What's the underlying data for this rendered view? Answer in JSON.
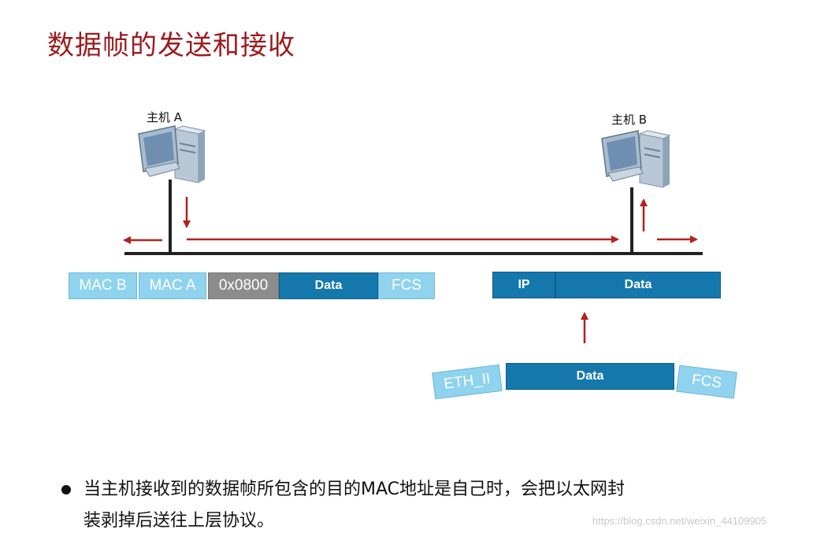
{
  "title": "数据帧的发送和接收",
  "hosts": {
    "a_label": "主机 A",
    "b_label": "主机 B"
  },
  "frame": {
    "mac_b": "MAC B",
    "mac_a": "MAC A",
    "type": "0x0800",
    "data": "Data",
    "fcs": "FCS"
  },
  "ip_packet": {
    "ip": "IP",
    "data": "Data"
  },
  "eth_frame": {
    "eth": "ETH_II",
    "data": "Data",
    "fcs": "FCS"
  },
  "bullet": {
    "line1": "当主机接收到的数据帧所包含的目的MAC地址是自己时，会把以太网封",
    "line2": "装剥掉后送往上层协议。"
  },
  "watermark": "https://blog.csdn.net/weixin_44109905",
  "colors": {
    "title": "#9b1b1e",
    "arrow": "#b3211d",
    "light_segment": "#8fd3ef",
    "dark_segment": "#1578ad",
    "grey_segment": "#8c8c8c"
  }
}
